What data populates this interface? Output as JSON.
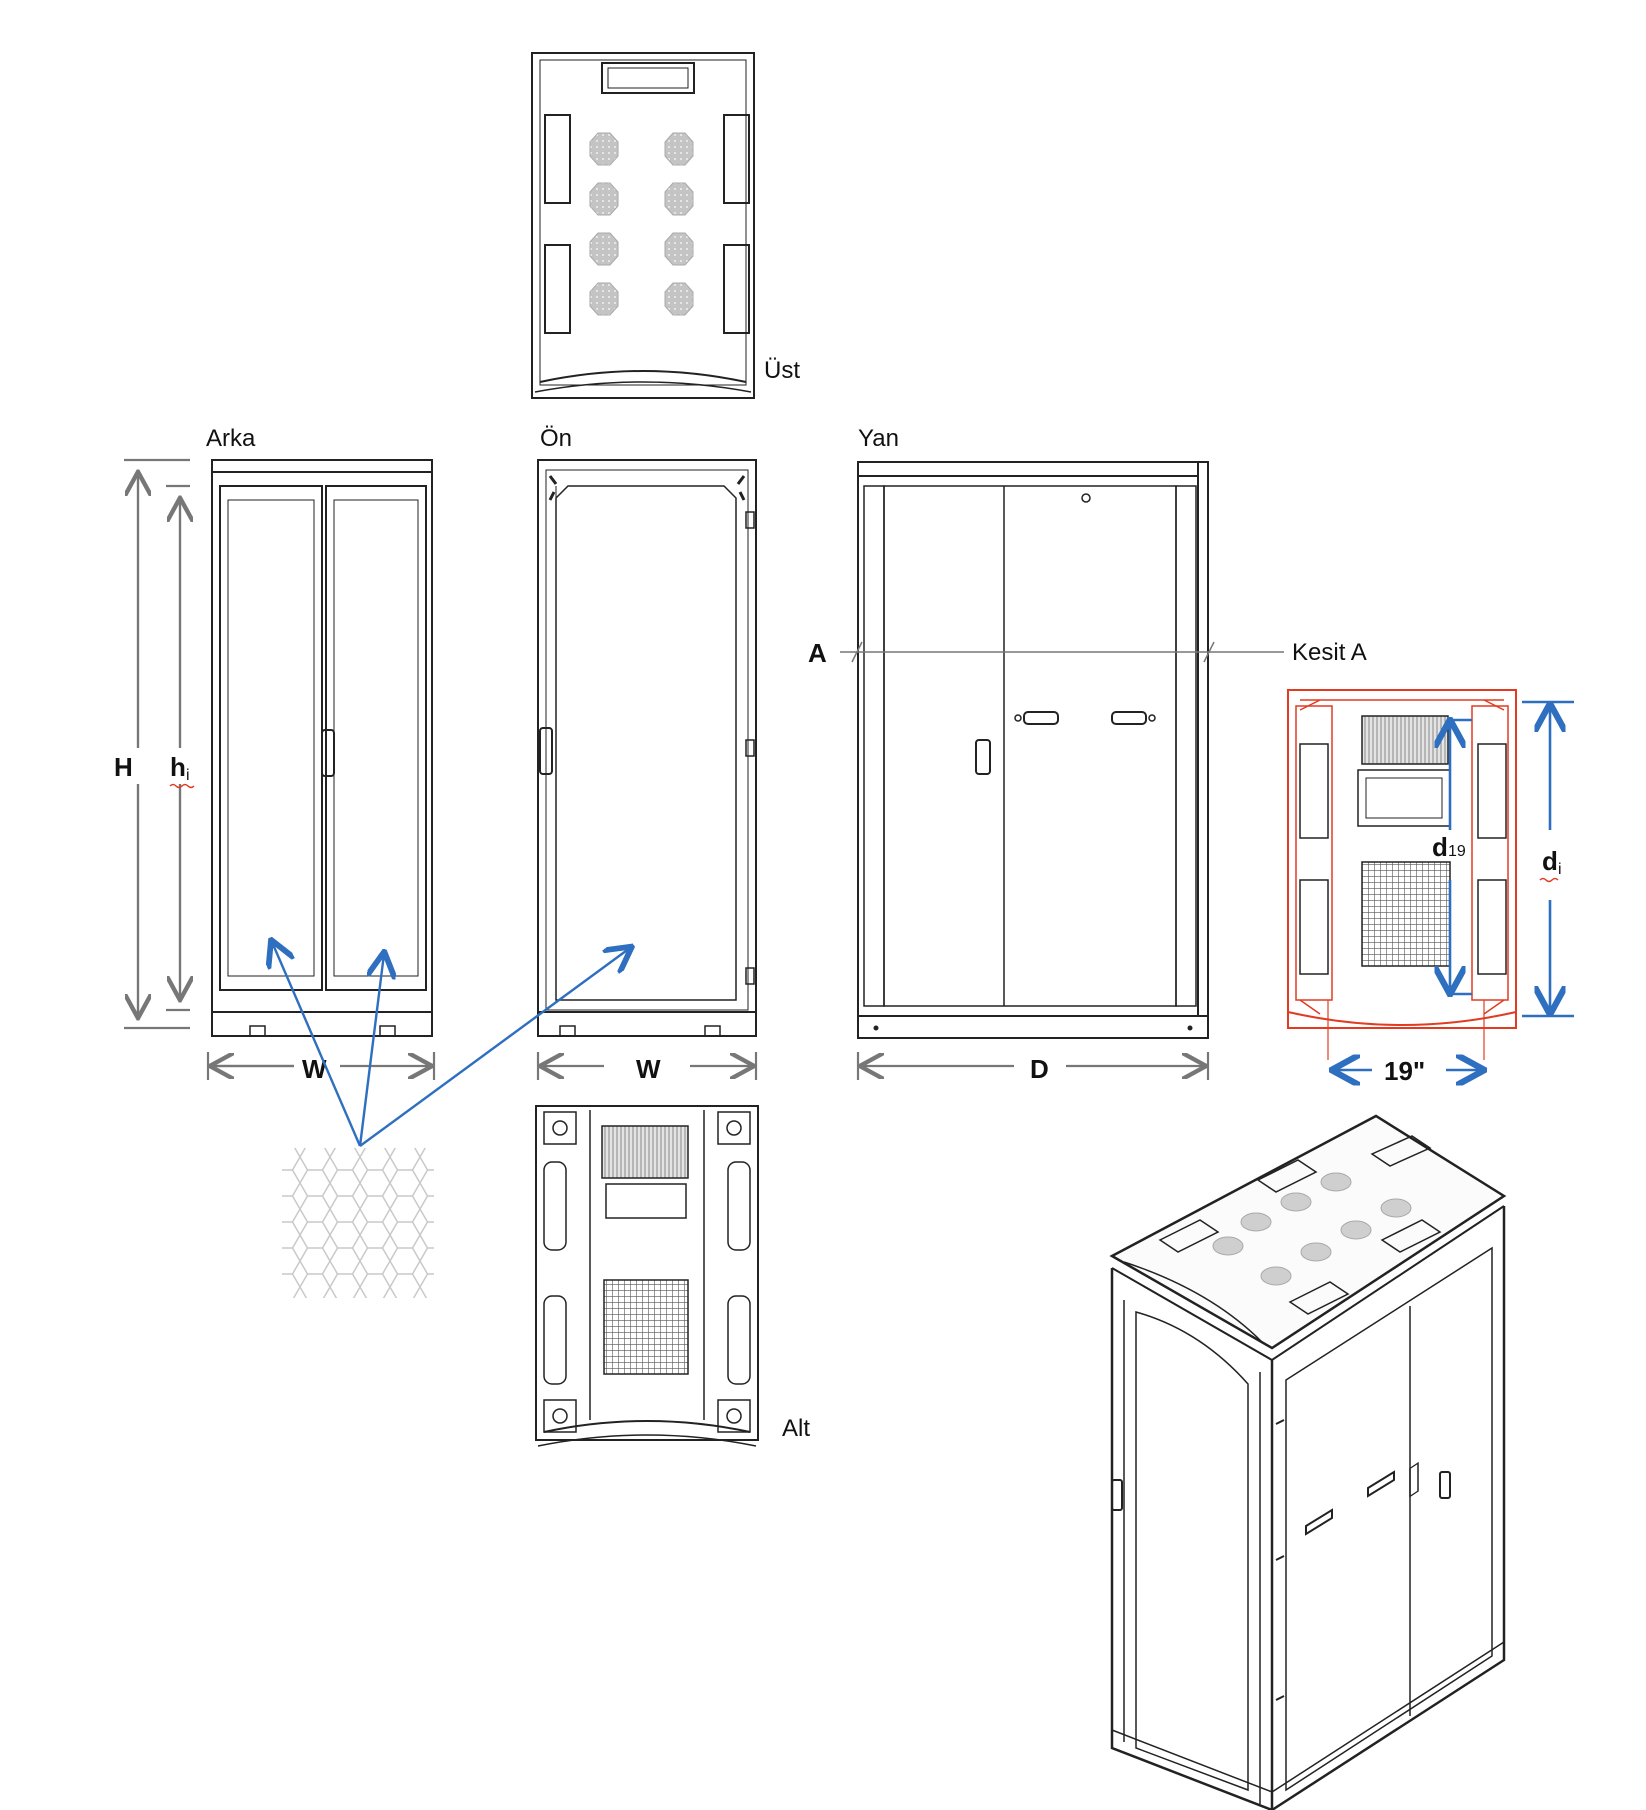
{
  "views": {
    "top": "Üst",
    "rear": "Arka",
    "front": "Ön",
    "side": "Yan",
    "bottom": "Alt",
    "section": "Kesit  A"
  },
  "dimensions": {
    "height": "H",
    "inner_height": "h",
    "inner_height_sub": "i",
    "width_rear": "W",
    "width_front": "W",
    "depth": "D",
    "section_marker": "A",
    "d19": "d",
    "d19_sub": "19",
    "inner_depth": "d",
    "inner_depth_sub": "i",
    "rack_width": "19\""
  },
  "colors": {
    "line": "#222222",
    "dimension_gray": "#777777",
    "section_red": "#e23b22",
    "dimension_blue": "#2f6fc0",
    "vent_gray": "#bdbdbd"
  },
  "icons": [
    "hexagon-mesh-pattern"
  ]
}
